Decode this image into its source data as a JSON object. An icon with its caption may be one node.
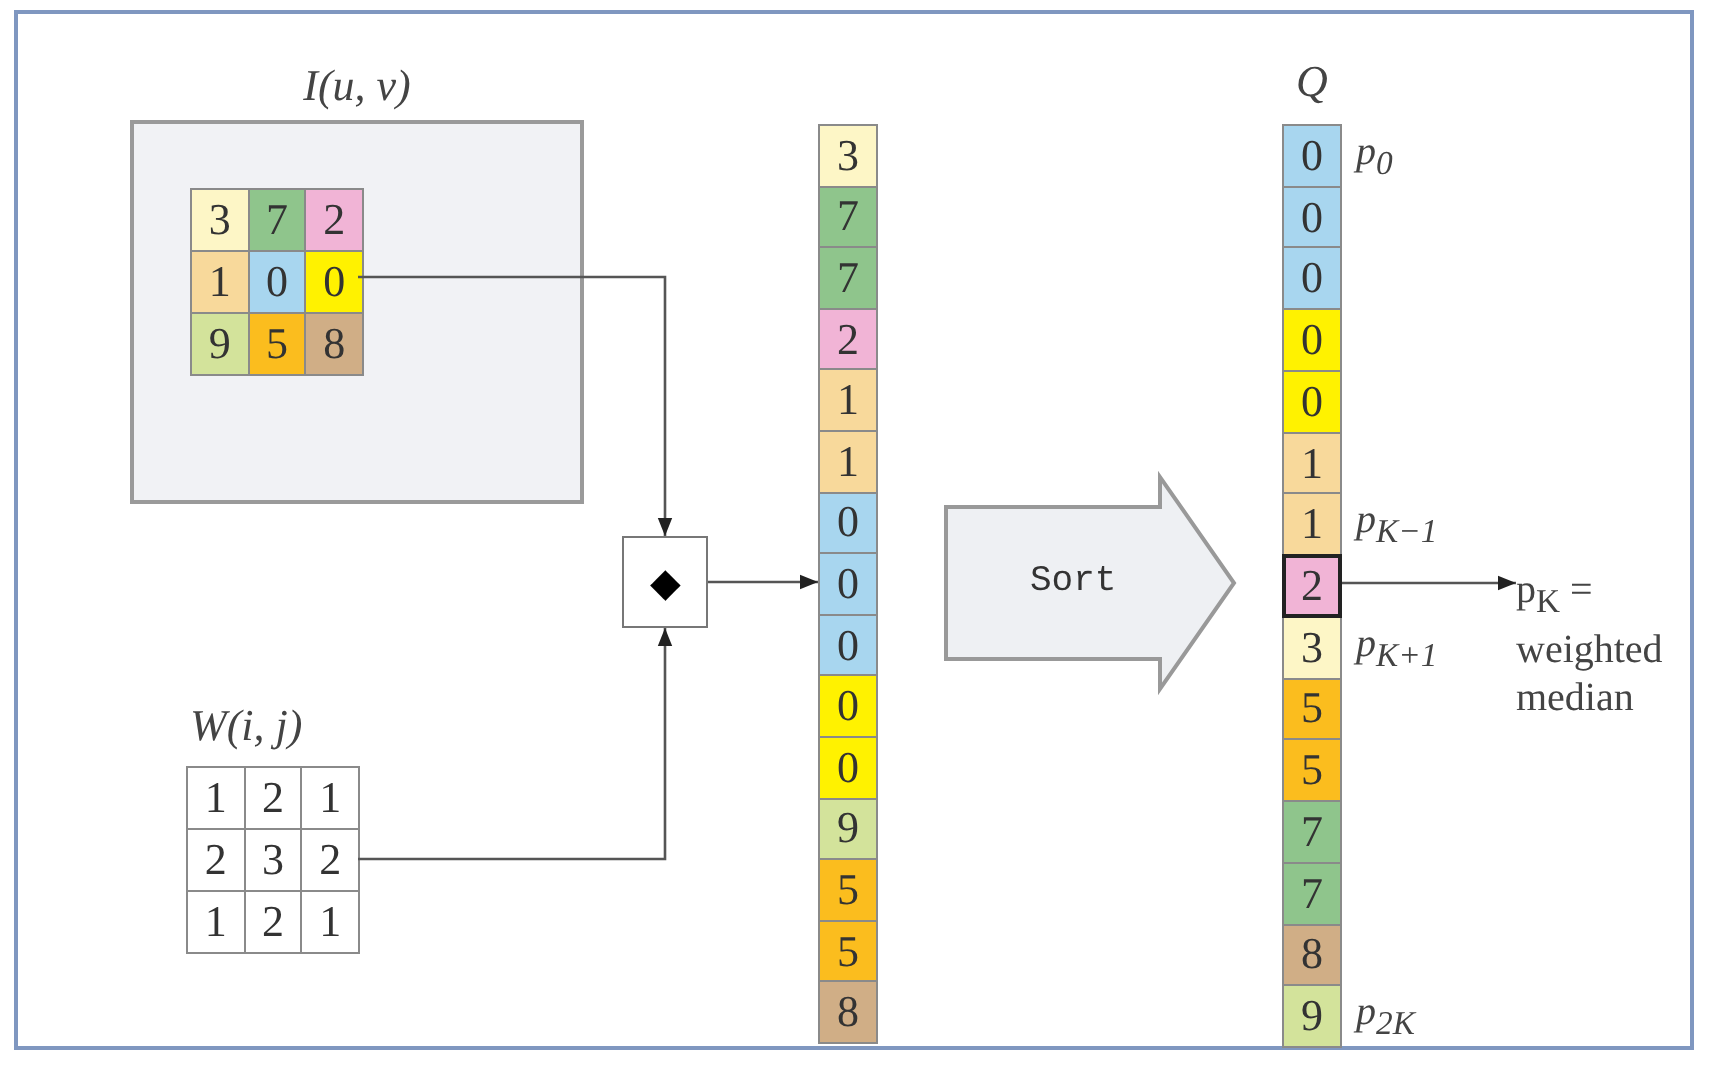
{
  "diagram": {
    "nodes": [
      {
        "text": [
          "I(u, v)"
        ]
      },
      {
        "text": [
          "3",
          "7",
          "2",
          "1",
          "0",
          "0",
          "9",
          "5",
          "8"
        ],
        "in": 0
      },
      {
        "text": [
          "W(i, j)",
          "1",
          "2",
          "1",
          "2",
          "3",
          "2",
          "1",
          "2",
          "1"
        ]
      },
      {
        "text": [
          "◆"
        ]
      },
      {
        "text": [
          "3",
          "7",
          "7",
          "2",
          "1",
          "1",
          "0",
          "0",
          "0",
          "0",
          "0",
          "9",
          "5",
          "5",
          "8"
        ]
      },
      {
        "text": [
          "Q",
          "0",
          "0",
          "0",
          "0",
          "0",
          "1",
          "1",
          "2",
          "3",
          "5",
          "5",
          "7",
          "7",
          "8",
          "9"
        ],
        "beside": [
          "p$_{0}$",
          "p$_{K−1}$",
          "p$_{K+1}$",
          "p$_{2K}$"
        ]
      },
      {
        "text": [
          "p$_{K}$ = weighted median"
        ]
      }
    ],
    "edges": [
      {
        "from": 1,
        "to": 3,
        "arrow": "to"
      },
      {
        "from": 2,
        "to": 3,
        "arrow": "to"
      },
      {
        "from": 3,
        "to": 4,
        "arrow": "to"
      },
      {
        "from": 4,
        "to": 5,
        "arrow": "to",
        "label": "Sort"
      },
      {
        "from": 5,
        "to": 6,
        "arrow": "to"
      }
    ]
  }
}
